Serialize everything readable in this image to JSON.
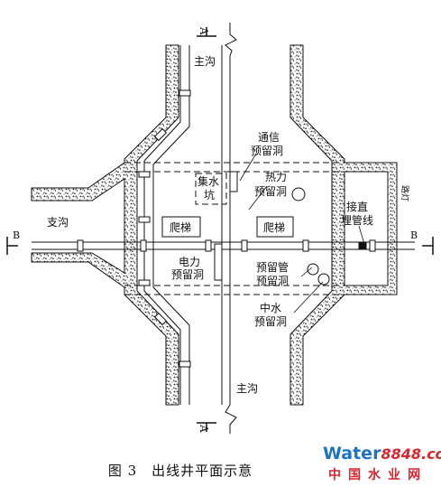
{
  "labels": {
    "main_trench_top": "主沟",
    "main_trench_bottom": "主沟",
    "branch_trench": "支沟",
    "comm_hole_line1": "通信",
    "comm_hole_line2": "预留洞",
    "sump_line1": "集水",
    "sump_line2": "坑",
    "heat_hole_line1": "热力",
    "heat_hole_line2": "预留洞",
    "ladder_left": "爬梯",
    "ladder_right": "爬梯",
    "power_hole_line1": "电力",
    "power_hole_line2": "预留洞",
    "reserve_pipe_line1": "预留管",
    "reserve_pipe_line2": "预留洞",
    "reclaimed_water_line1": "中水",
    "reclaimed_water_line2": "预留洞",
    "direct_bury_line1": "接直",
    "direct_bury_line2": "埋管线",
    "road_lamp": "路灯",
    "section_a_top": "A",
    "section_a_bottom": "A",
    "section_b_left": "B",
    "section_b_right": "B"
  },
  "caption": "图 3　出线井平面示意",
  "logo": {
    "word": "Water",
    "number": "8848",
    "suffix": ".com",
    "chinese": "中国水业网"
  },
  "colors": {
    "line": "#111111",
    "logo_blue": "#1a73c9",
    "logo_red": "#d8262c"
  }
}
